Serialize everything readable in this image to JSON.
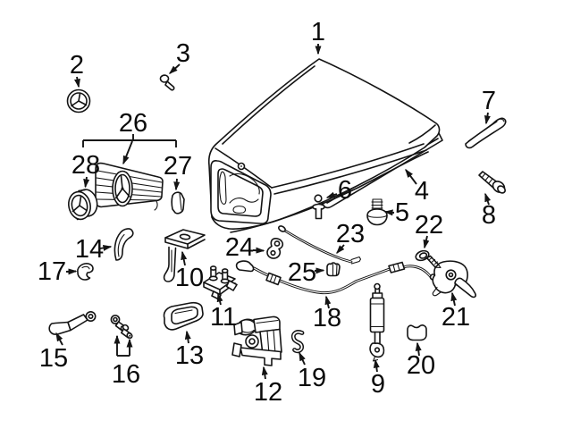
{
  "colors": {
    "background": "#ffffff",
    "line": "#141414",
    "label": "#0a0a0a"
  },
  "callouts": [
    {
      "number": "1"
    },
    {
      "number": "2"
    },
    {
      "number": "3"
    },
    {
      "number": "4"
    },
    {
      "number": "5"
    },
    {
      "number": "6"
    },
    {
      "number": "7"
    },
    {
      "number": "8"
    },
    {
      "number": "9"
    },
    {
      "number": "10"
    },
    {
      "number": "11"
    },
    {
      "number": "12"
    },
    {
      "number": "13"
    },
    {
      "number": "14"
    },
    {
      "number": "15"
    },
    {
      "number": "16"
    },
    {
      "number": "17"
    },
    {
      "number": "18"
    },
    {
      "number": "19"
    },
    {
      "number": "20"
    },
    {
      "number": "21"
    },
    {
      "number": "22"
    },
    {
      "number": "23"
    },
    {
      "number": "24"
    },
    {
      "number": "25"
    },
    {
      "number": "26"
    },
    {
      "number": "27"
    },
    {
      "number": "28"
    }
  ]
}
